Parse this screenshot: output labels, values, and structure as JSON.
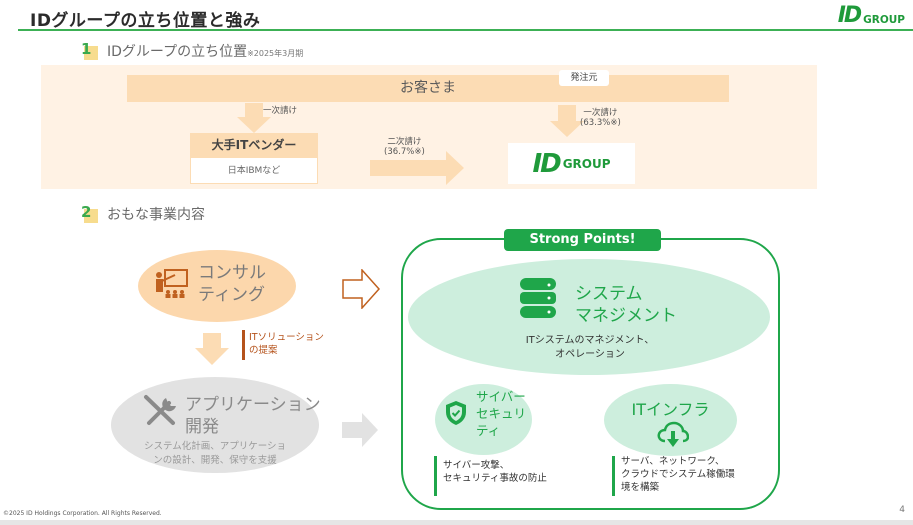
{
  "header": {
    "title": "IDグループの立ち位置と強み",
    "brand": {
      "mark": "ID",
      "word": "GROUP"
    }
  },
  "section1": {
    "number": "1",
    "title": "IDグループの立ち位置",
    "note": "※2025年3月期",
    "customer": "お客さま",
    "order_badge": "発注元",
    "primary_label_left": "一次請け",
    "primary_label_right": "一次請け",
    "primary_share": "(63.3%※)",
    "secondary_label": "二次請け",
    "secondary_share": "(36.7%※)",
    "vendor_title": "大手ITベンダー",
    "vendor_example": "日本IBMなど",
    "idgroup_logo": {
      "mark": "ID",
      "word": "GROUP"
    }
  },
  "section2": {
    "number": "2",
    "title": "おもな事業内容",
    "consulting": {
      "line1": "コンサル",
      "line2": "ティング"
    },
    "proposal": {
      "line1": "ITソリューション",
      "line2": "の提案"
    },
    "application": {
      "line1": "アプリケーション",
      "line2": "開発",
      "desc1": "システム化計画、アプリケーショ",
      "desc2": "ンの設計、開発、保守を支援"
    },
    "strong_points": {
      "label": "Strong Points!",
      "system_management": {
        "line1": "システム",
        "line2": "マネジメント",
        "desc1": "ITシステムのマネジメント、",
        "desc2": "オペレーション"
      },
      "cyber_security": {
        "line1": "サイバー",
        "line2": "セキュリ",
        "line3": "ティ",
        "desc1": "サイバー攻撃、",
        "desc2": "セキュリティ事故の防止"
      },
      "it_infra": {
        "title": "ITインフラ",
        "desc1": "サーバ、ネットワーク、",
        "desc2": "クラウドでシステム稼働環",
        "desc3": "境を構築"
      }
    }
  },
  "footer": {
    "copyright": "©2025 ID Holdings Corporation. All Rights Reserved.",
    "page": "4"
  },
  "colors": {
    "brand_green": "#1fa64a",
    "peach": "#fcdcb4",
    "panel": "#fff2e4",
    "mint": "#cdeedd",
    "rust": "#b5531c"
  }
}
